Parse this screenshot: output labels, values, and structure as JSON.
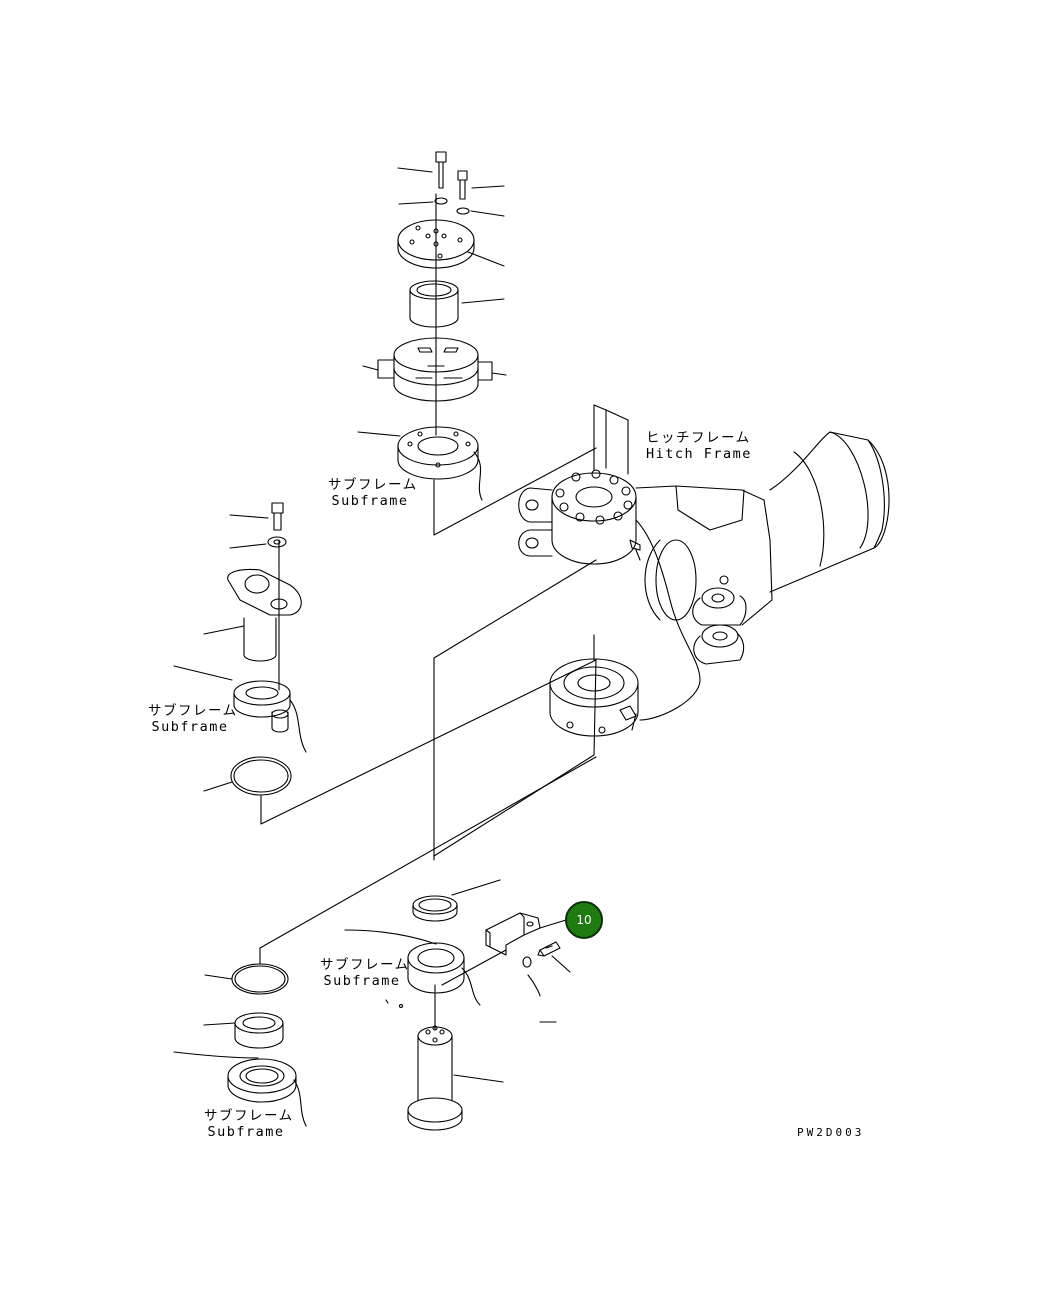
{
  "labels": {
    "hitch_frame_jp": "ヒッチフレーム",
    "hitch_frame_en": "Hitch Frame",
    "subframe_jp": "サブフレーム",
    "subframe_en": "Subframe"
  },
  "callout": {
    "number": "10",
    "color": "#1f7a12"
  },
  "drawing_code": "PW2D003"
}
